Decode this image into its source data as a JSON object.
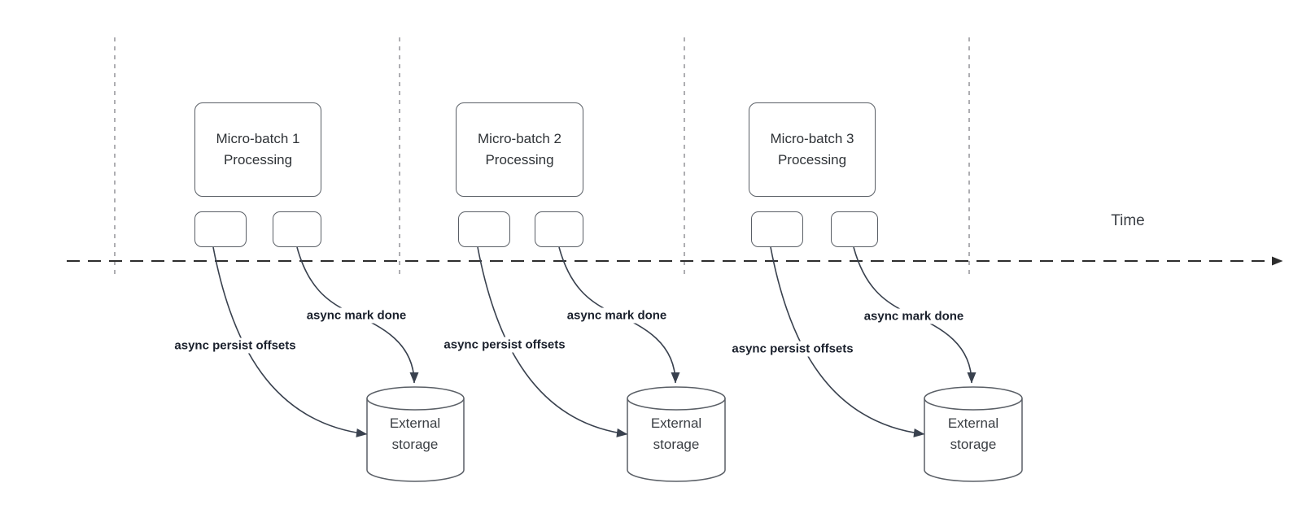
{
  "diagram": {
    "time_label": "Time",
    "batches": [
      {
        "title": "Micro-batch 1\nProcessing",
        "persist_label": "async persist offsets",
        "mark_done_label": "async mark done",
        "storage_label": "External\nstorage"
      },
      {
        "title": "Micro-batch 2\nProcessing",
        "persist_label": "async persist offsets",
        "mark_done_label": "async mark done",
        "storage_label": "External\nstorage"
      },
      {
        "title": "Micro-batch 3\nProcessing",
        "persist_label": "async persist offsets",
        "mark_done_label": "async mark done",
        "storage_label": "External\nstorage"
      }
    ],
    "colors": {
      "timeline_axis": "#2d2d2d",
      "interval_gridline": "#a0a0a5",
      "shape_border": "#5a5f66",
      "arrow": "#39414e",
      "shape_text": "#2f3337",
      "edge_label_text": "#1a202c"
    }
  }
}
